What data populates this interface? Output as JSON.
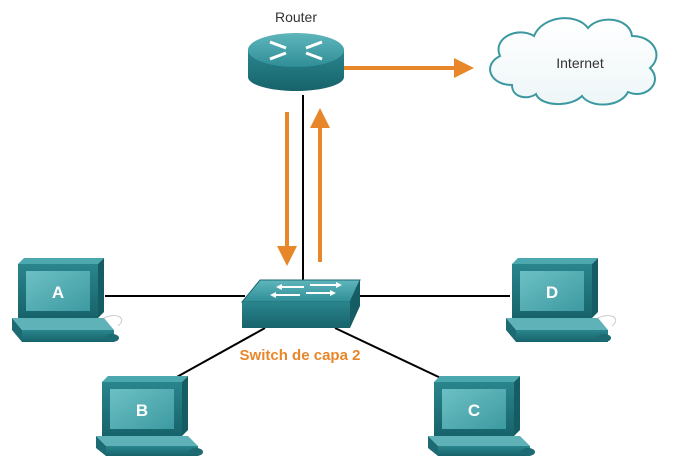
{
  "diagram": {
    "router_label": "Router",
    "internet_label": "Internet",
    "switch_label": "Switch de capa 2",
    "pcs": {
      "a": "A",
      "b": "B",
      "c": "C",
      "d": "D"
    }
  },
  "colors": {
    "arrow": "#e8862a",
    "device": "#2d8f97",
    "device_dark": "#1d6a72",
    "screen": "#5fb3b8",
    "cable": "#000000"
  },
  "icons": [
    "router-icon",
    "cloud-icon",
    "switch-icon",
    "computer-icon"
  ]
}
